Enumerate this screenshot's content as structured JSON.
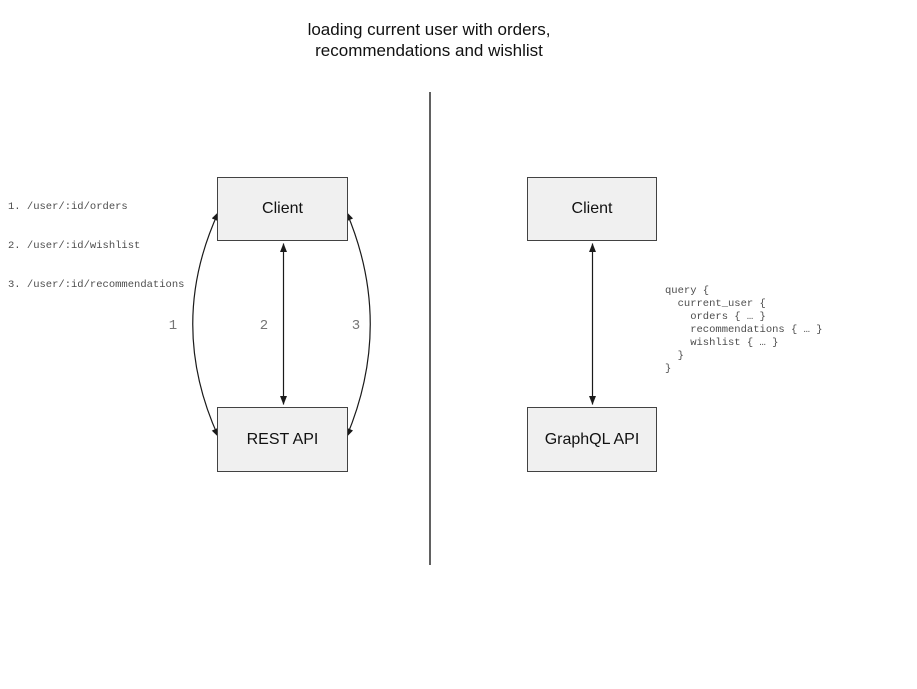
{
  "title": {
    "line1": "loading current user with orders,",
    "line2": "recommendations and wishlist"
  },
  "rest_panel": {
    "endpoints": [
      "1. /user/:id/orders",
      "2. /user/:id/wishlist",
      "3. /user/:id/recommendations"
    ],
    "client_label": "Client",
    "api_label": "REST API",
    "arrow_labels": [
      "1",
      "2",
      "3"
    ]
  },
  "graphql_panel": {
    "client_label": "Client",
    "api_label": "GraphQL API",
    "query_code": "query {\n  current_user {\n    orders { … }\n    recommendations { … }\n    wishlist { … }\n  }\n}"
  },
  "colors": {
    "box_fill": "#f0f0f0",
    "box_border": "#424242",
    "arrow": "#1a1a1a",
    "divider": "#616161",
    "code_text": "#4d4d4d",
    "arrow_label_text": "#757575"
  }
}
